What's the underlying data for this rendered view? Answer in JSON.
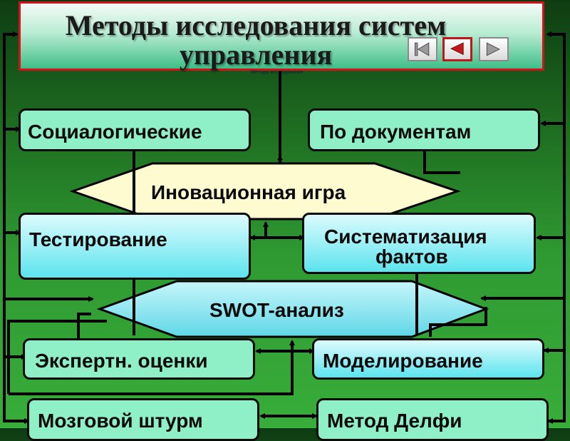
{
  "title": "Методы исследования систем управления",
  "title_line1": "Методы исследования систем",
  "title_line2": "управления",
  "caption": "Методы исследования",
  "nav": {
    "first": "first-slide",
    "prev": "previous-slide",
    "next": "next-slide"
  },
  "methods": {
    "sociological": "Социалогические",
    "documents": "По документам",
    "innovation_game": "Иновационная игра",
    "testing": "Тестирование",
    "systematization": "Систематизация фактов",
    "systematization_l1": "Систематизация",
    "systematization_l2": "фактов",
    "swot": "SWOT-анализ",
    "expert": "Экспертн. оценки",
    "modeling": "Моделирование",
    "brainstorm": "Мозговой штурм",
    "delphi": "Метод Делфи"
  },
  "colors": {
    "border": "#d3121b",
    "box_light": "#8ff0c7",
    "box_cyan": "#5ce4ee",
    "hex_light": "#fffbd0",
    "hex_cyan": "#6fdde8"
  }
}
